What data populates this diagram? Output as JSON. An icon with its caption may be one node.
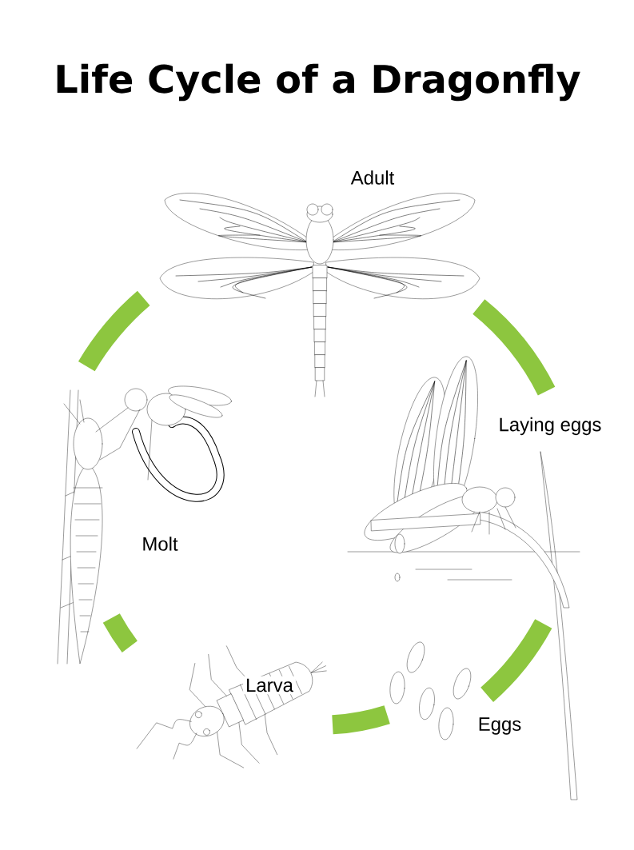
{
  "diagram": {
    "title": "Life Cycle of a Dragonfly",
    "nodes": [
      {
        "text": [
          "Adult"
        ]
      },
      {
        "text": [
          "Laying eggs"
        ]
      },
      {
        "text": [
          "Eggs"
        ]
      },
      {
        "text": [
          "Larva"
        ]
      },
      {
        "text": [
          "Molt"
        ]
      }
    ],
    "edges": [
      {
        "from": 0,
        "to": 1,
        "arrow": "none"
      },
      {
        "from": 1,
        "to": 2,
        "arrow": "none"
      },
      {
        "from": 2,
        "to": 3,
        "arrow": "none"
      },
      {
        "from": 3,
        "to": 4,
        "arrow": "none"
      },
      {
        "from": 4,
        "to": 0,
        "arrow": "none"
      }
    ]
  }
}
